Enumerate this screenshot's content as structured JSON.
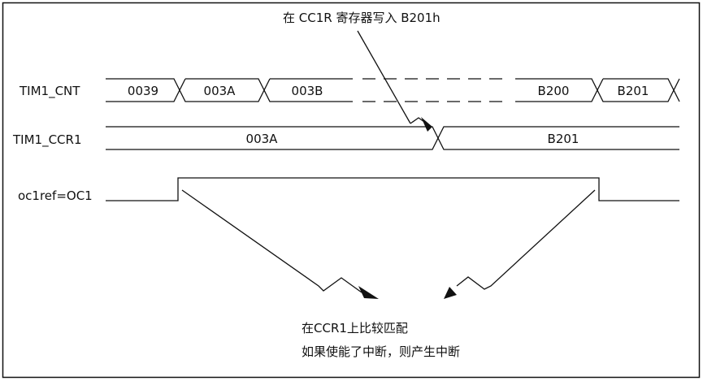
{
  "signals": {
    "cnt": {
      "label": "TIM1_CNT",
      "values": [
        "0039",
        "003A",
        "003B",
        "B200",
        "B201"
      ]
    },
    "ccr1": {
      "label": "TIM1_CCR1",
      "values": [
        "003A",
        "B201"
      ]
    },
    "oc1ref": {
      "label": "oc1ref=OC1"
    }
  },
  "annotations": {
    "write_note": "在 CC1R 寄存器写入 B201h",
    "match_line1": "在CCR1上比较匹配",
    "match_line2": "如果使能了中断，则产生中断"
  }
}
